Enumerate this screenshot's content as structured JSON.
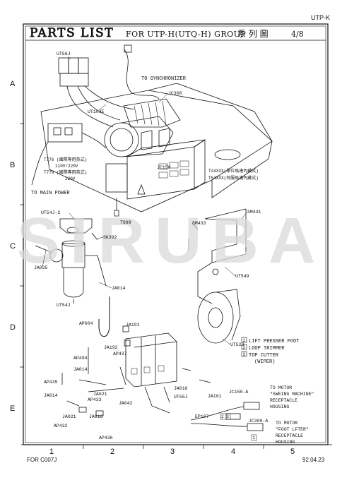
{
  "header": {
    "code": "UTP-K",
    "title_main": "PARTS LIST",
    "title_sub": "FOR UTP-H(UTQ-H) GROUP",
    "title_cjk": "系 列 圖",
    "page": "4/8"
  },
  "watermark": "SIRUBA",
  "row_labels": [
    "A",
    "B",
    "C",
    "D",
    "E"
  ],
  "col_labels": [
    "1",
    "2",
    "3",
    "4",
    "5"
  ],
  "footer": {
    "left": "FOR C007J",
    "right": "92.04.23"
  },
  "legend": {
    "items": [
      {
        "num": "1",
        "text": "LIFT PRESSER FOOT"
      },
      {
        "num": "2",
        "text": "LOOP TRIMMER"
      },
      {
        "num": "3",
        "text": "TOP CUTTER"
      }
    ],
    "sub": "(WIPER)"
  },
  "notes": {
    "synchronizer": "TO SYNCHRONIZER",
    "main_power": "TO MAIN POWER",
    "t776": "T776 (國際專用英式)",
    "t776_v": "110V/220V",
    "t779": "T779 (國際專用英式)",
    "t779_v": "220V",
    "t44": "T44XXX(單位馬達內藏式)",
    "t54": "T54XXX(伺服馬達內藏式)",
    "to_motor1": "TO MOTOR",
    "sewing": "\"SWEING MACHINE\"",
    "receptacle1": "RECEPTACLE",
    "housing1": "HOUSING",
    "to_motor2": "TO MOTOR",
    "foot": "\"FOOT LFTER\"",
    "receptacle2": "RECEPTACLE",
    "housing2": "HOUSING"
  },
  "parts": {
    "ut56j": "UT56J",
    "ut103e": "UT103E",
    "jc300": "JC300",
    "jc150": "JC150",
    "t999": "T999",
    "ut54j_2": "UT54J-2",
    "sk392": "SK392",
    "ja025": "JA025",
    "ja014a": "JA014",
    "ut54j": "UT54J",
    "ap604": "AP604",
    "ja191": "JA191",
    "ja192": "JA192",
    "ap494": "AP494",
    "ap437": "AP437",
    "ja014b": "JA014",
    "ap435": "AP435",
    "ja021a": "JA021",
    "ap433": "AP433",
    "ja042": "JA042",
    "ja016a": "JA016",
    "ut55j": "UT55J",
    "ja161": "JA161",
    "ja014c": "JA014",
    "ja021b": "JA021",
    "ap432": "AP432",
    "ja016b": "JA016",
    "ap436": "AP436",
    "sm431": "SM431",
    "sm433": "SM433",
    "ut549": "UT549",
    "ut523": "UT523",
    "jc150a": "JC150-A",
    "jc300a": "JC300-A",
    "ep107": "EP107",
    "tag23": "2 3",
    "tag1": "1"
  }
}
